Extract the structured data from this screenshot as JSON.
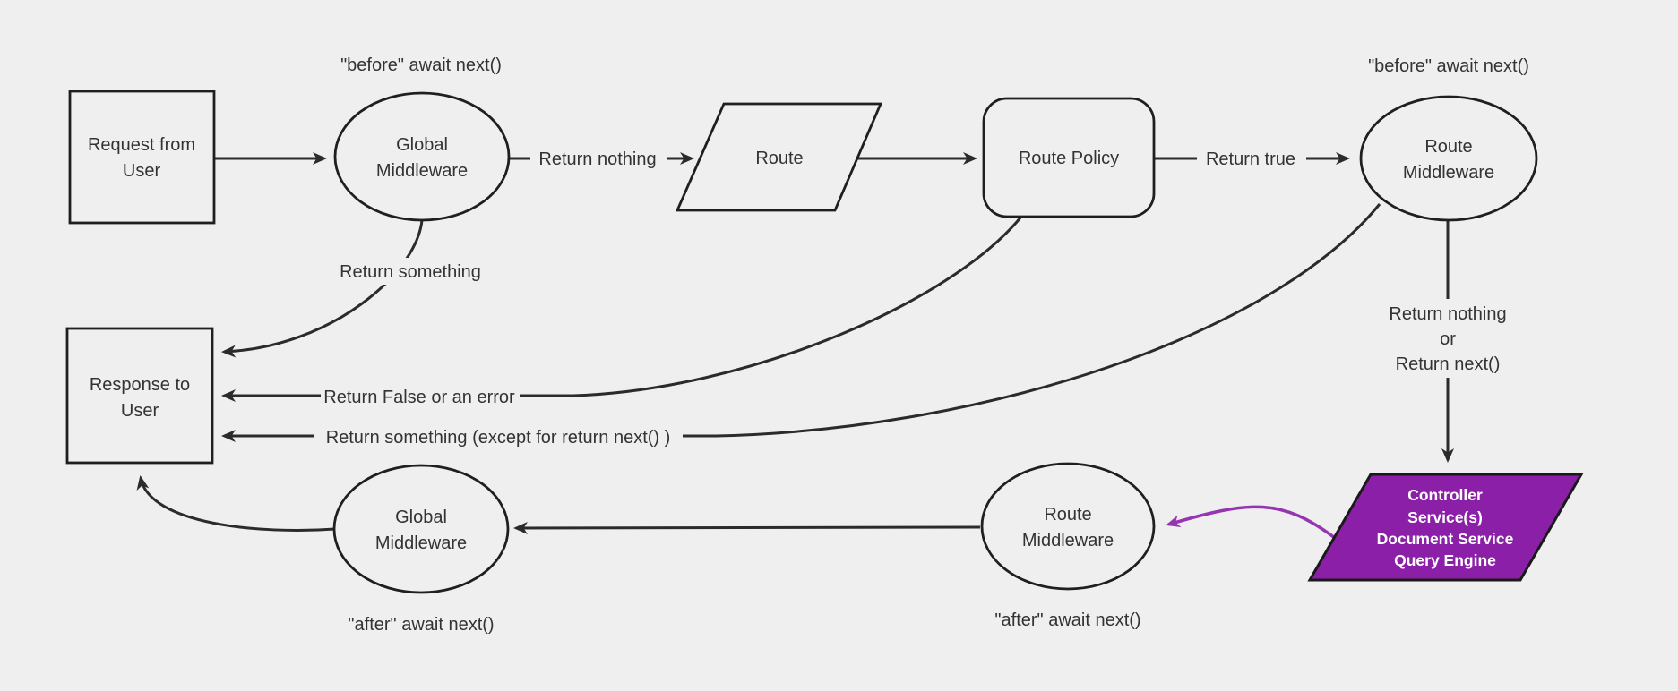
{
  "page": {
    "background_color": "#efefef",
    "diagram_type": "middleware-request-lifecycle-flowchart"
  },
  "colors": {
    "edge_stroke": "#2b2b2b",
    "node_stroke": "#1f1f1f",
    "node_fill": "#efefef",
    "purple_fill": "#8b1fa8",
    "purple_arrow": "#9535b2",
    "label_text": "#333333",
    "purple_text": "#ffffff"
  },
  "nodes": {
    "request": {
      "line1": "Request from",
      "line2": "User"
    },
    "global_middleware_top": {
      "line1": "Global",
      "line2": "Middleware"
    },
    "route": {
      "label": "Route"
    },
    "route_policy": {
      "label": "Route Policy"
    },
    "route_middleware_top": {
      "line1": "Route",
      "line2": "Middleware"
    },
    "response": {
      "line1": "Response to",
      "line2": "User"
    },
    "global_middleware_bottom": {
      "line1": "Global",
      "line2": "Middleware"
    },
    "route_middleware_bottom": {
      "line1": "Route",
      "line2": "Middleware"
    },
    "controller": {
      "line1": "Controller",
      "line2": "Service(s)",
      "line3": "Document Service",
      "line4": "Query Engine"
    }
  },
  "edge_labels": {
    "return_nothing": "Return nothing",
    "return_true": "Return true",
    "return_something": "Return something",
    "return_false_or_error": "Return False or an error",
    "return_something_except": "Return something (except for return next() )",
    "return_nothing_or_line1": "Return nothing",
    "return_nothing_or_line2": "or",
    "return_nothing_or_line3": "Return next()"
  },
  "annotations": {
    "before_await_left": "\"before\" await next()",
    "before_await_right": "\"before\" await next()",
    "after_await_left": "\"after\" await next()",
    "after_await_right": "\"after\" await next()"
  }
}
